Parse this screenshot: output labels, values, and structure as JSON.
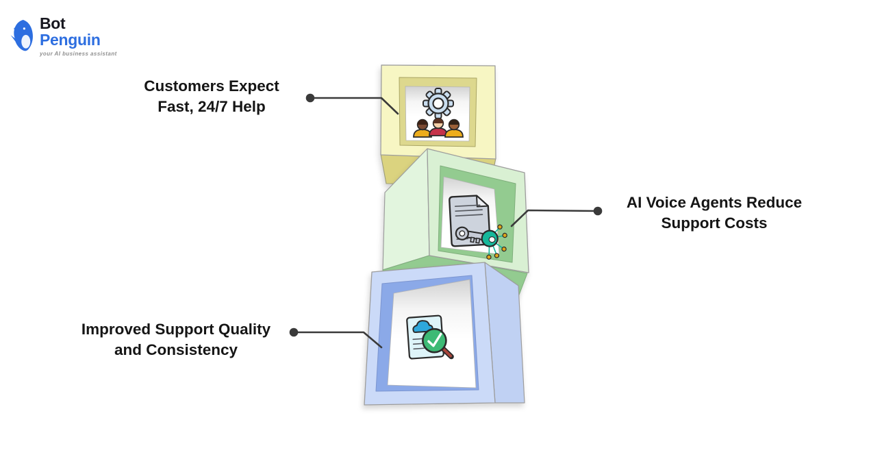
{
  "page": {
    "background_color": "#FFFFFF"
  },
  "brand": {
    "name_line1": "Bot",
    "name_line2": "Penguin",
    "tagline": "your AI business assistant",
    "primary_color": "#2D6EE0",
    "dark_text_color": "#17171F"
  },
  "diagram": {
    "connector_color": "#3A3A3A",
    "items": [
      {
        "id": "top-block",
        "label": "Customers Expect\nFast, 24/7 Help",
        "icon": "gear-and-team-icon",
        "box_color": "#F7F6C3",
        "frame_color": "#DDD88E",
        "label_side": "left"
      },
      {
        "id": "middle-block",
        "label": "AI Voice Agents Reduce\nSupport Costs",
        "icon": "document-key-network-icon",
        "box_color": "#D9F0D3",
        "frame_color": "#93CB90",
        "label_side": "right"
      },
      {
        "id": "bottom-block",
        "label": "Improved Support Quality\nand Consistency",
        "icon": "cloud-document-magnifier-check-icon",
        "box_color": "#CBDAF8",
        "frame_color": "#8BA9E8",
        "label_side": "left"
      }
    ]
  }
}
